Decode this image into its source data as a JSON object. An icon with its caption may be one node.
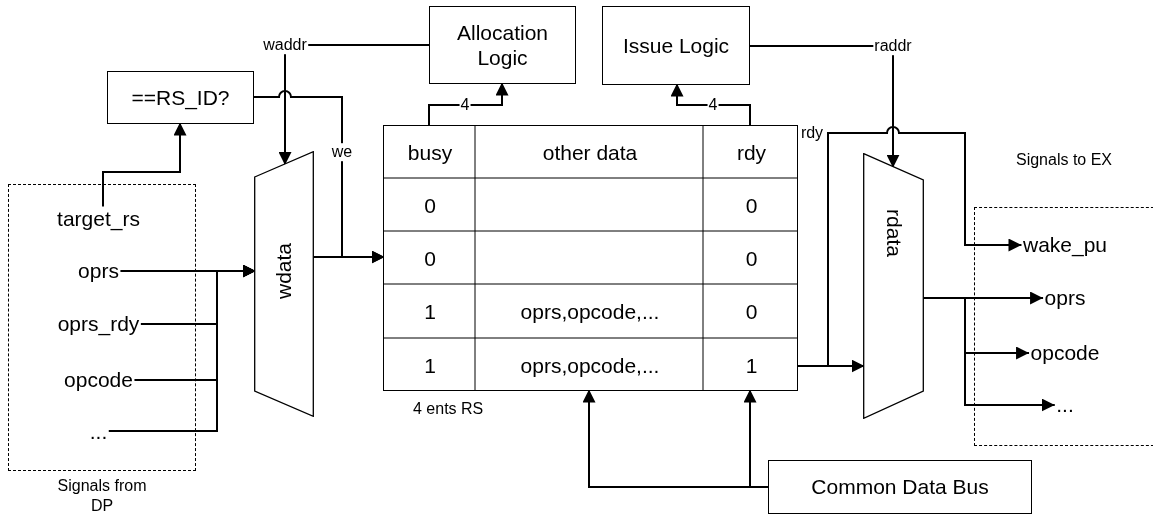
{
  "diagram": {
    "nodes": [
      {
        "text": [
          "Signals from DP"
        ]
      },
      {
        "text": [
          "target_rs"
        ],
        "in": 0
      },
      {
        "text": [
          "oprs"
        ],
        "in": 0
      },
      {
        "text": [
          "oprs_rdy"
        ],
        "in": 0
      },
      {
        "text": [
          "opcode"
        ],
        "in": 0
      },
      {
        "text": [
          "..."
        ],
        "in": 0
      },
      {
        "text": [
          "==RS_ID?"
        ]
      },
      {
        "text": [
          "Allocation Logic"
        ]
      },
      {
        "text": [
          "Issue Logic"
        ]
      },
      {
        "text": [
          "wdata"
        ]
      },
      {
        "text": [
          "4 ents RS"
        ]
      },
      {
        "text": [
          "rdata"
        ]
      },
      {
        "text": [
          "Signals to EX"
        ]
      },
      {
        "text": [
          "wake_pu"
        ],
        "in": 12
      },
      {
        "text": [
          "oprs"
        ],
        "in": 12
      },
      {
        "text": [
          "opcode"
        ],
        "in": 12
      },
      {
        "text": [
          "..."
        ],
        "in": 12
      },
      {
        "text": [
          "Common Data Bus"
        ]
      }
    ],
    "edges": [
      {
        "from": 7,
        "to": 9,
        "arrow": "to",
        "label": "waddr"
      },
      {
        "from": 6,
        "to": 10,
        "arrow": "to",
        "label": "we"
      },
      {
        "from": 1,
        "to": 6,
        "arrow": "to"
      },
      {
        "from": 2,
        "to": 9,
        "arrow": "to"
      },
      {
        "from": 3,
        "to": 9,
        "arrow": "to"
      },
      {
        "from": 4,
        "to": 9,
        "arrow": "to"
      },
      {
        "from": 5,
        "to": 9,
        "arrow": "to"
      },
      {
        "from": 9,
        "to": 10,
        "arrow": "to"
      },
      {
        "from": 10,
        "to": 7,
        "arrow": "to",
        "label": "4"
      },
      {
        "from": 10,
        "to": 8,
        "arrow": "to",
        "label": "4"
      },
      {
        "from": 8,
        "to": 11,
        "arrow": "to",
        "label": "raddr"
      },
      {
        "from": 10,
        "to": 11,
        "arrow": "to"
      },
      {
        "from": 10,
        "to": 13,
        "arrow": "to",
        "label": "rdy"
      },
      {
        "from": 11,
        "to": 14,
        "arrow": "to"
      },
      {
        "from": 11,
        "to": 15,
        "arrow": "to"
      },
      {
        "from": 11,
        "to": 16,
        "arrow": "to"
      },
      {
        "from": 17,
        "to": 10,
        "arrow": "to"
      },
      {
        "from": 17,
        "to": 10,
        "arrow": "to"
      }
    ],
    "labels": [
      "busy",
      "other data",
      "rdy",
      "0",
      "0",
      "0",
      "0",
      "1",
      "oprs,opcode,...",
      "0",
      "1",
      "oprs,opcode,...",
      "1"
    ]
  }
}
